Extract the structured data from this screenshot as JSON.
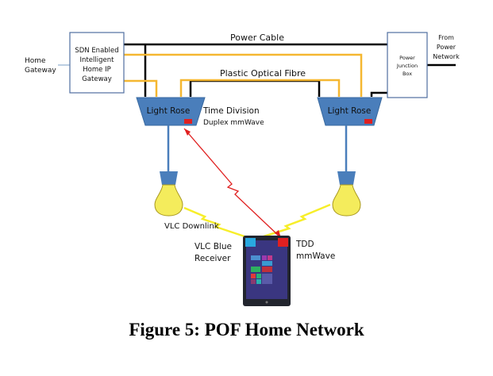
{
  "figure": {
    "caption": "Figure 5: POF Home Network"
  },
  "labels": {
    "home_gateway_line1": "Home",
    "home_gateway_line2": "Gateway",
    "sdn_line1": "SDN Enabled",
    "sdn_line2": "Intelligent",
    "sdn_line3": "Home IP",
    "sdn_line4": "Gateway",
    "power_cable": "Power Cable",
    "plastic_optical_fibre": "Plastic Optical Fibre",
    "pjb_line1": "Power",
    "pjb_line2": "Junction",
    "pjb_line3": "Box",
    "from_power_line1": "From",
    "from_power_line2": "Power",
    "from_power_line3": "Network",
    "light_rose_left": "Light Rose",
    "light_rose_right": "Light Rose",
    "tdd_line1": "Time Division",
    "tdd_line2": "Duplex mmWave",
    "vlc_downlink": "VLC Downlink",
    "vlc_blue_line1": "VLC Blue",
    "vlc_blue_line2": "Receiver",
    "tdd_short_line1": "TDD",
    "tdd_short_line2": "mmWave"
  },
  "colors": {
    "power_cable": "#000000",
    "fibre": "#f5b731",
    "rose_fill": "#4a7ebb",
    "box_border": "#4f6fa0",
    "mmwave": "#e02020",
    "vlc_beam": "#f7ee2a",
    "bulb": "#f4ec5c"
  }
}
